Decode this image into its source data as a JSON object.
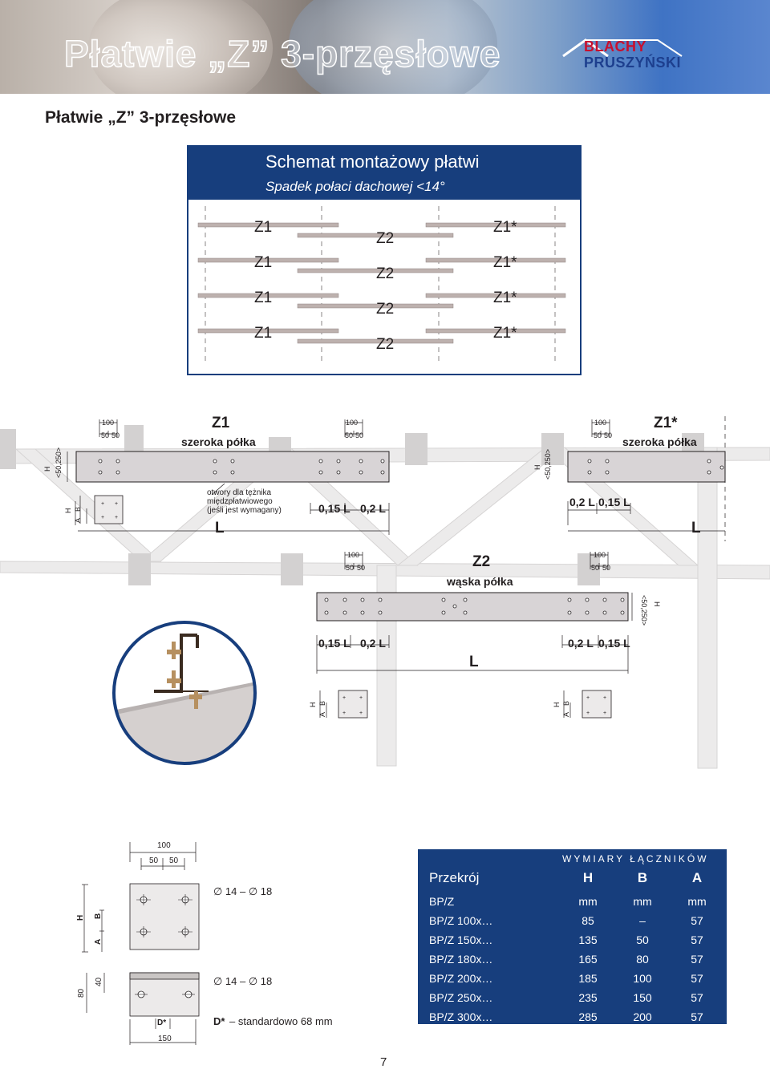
{
  "banner": {
    "title": "Płatwie „Z” 3-przęsłowe"
  },
  "logo": {
    "line1": "BLACHY",
    "line2": "PRUSZYŃSKI"
  },
  "page_heading": "Płatwie „Z” 3-przęsłowe",
  "schema": {
    "title": "Schemat montażowy płatwi",
    "subtitle": "Spadek połaci dachowej <14°",
    "rows": [
      {
        "left": "Z1",
        "middle": "Z2",
        "right": "Z1*"
      },
      {
        "left": "Z1",
        "middle": "Z2",
        "right": "Z1*"
      },
      {
        "left": "Z1",
        "middle": "Z2",
        "right": "Z1*"
      },
      {
        "left": "Z1",
        "middle": "Z2",
        "right": "Z1*"
      }
    ]
  },
  "z1": {
    "name": "Z1",
    "flange": "szeroka półka",
    "dim100": "100",
    "dim50a": "50",
    "dim50b": "50",
    "h": "H",
    "range": "<50,250>",
    "note": [
      "otwory dla tężnika",
      "międzpłatwiowego",
      "(jeśli jest wymagany)"
    ],
    "a": "A",
    "b": "B",
    "span": "L",
    "d1": "0,15 L",
    "d2": "0,2 L"
  },
  "z1s": {
    "name": "Z1*",
    "flange": "szeroka półka",
    "dim100": "100",
    "dim50a": "50",
    "dim50b": "50",
    "h": "H",
    "range": "<50,250>",
    "span": "L",
    "d1": "0,2 L",
    "d2": "0,15 L"
  },
  "z2": {
    "name": "Z2",
    "flange": "wąska półka",
    "dim100a": "100",
    "dim100b": "100",
    "dim50": "50",
    "h": "H",
    "range": "<50,250>",
    "span": "L",
    "d1": "0,15 L",
    "d2": "0,2 L",
    "d3": "0,2 L",
    "d4": "0,15 L",
    "a": "A",
    "b": "B"
  },
  "connector": {
    "dim100": "100",
    "dim50a": "50",
    "dim50b": "50",
    "h": "H",
    "a": "A",
    "b": "B",
    "hole1": "∅ 14 – ∅ 18",
    "hole2": "∅ 14 – ∅ 18",
    "d80": "80",
    "d40": "40",
    "d150": "150",
    "dstar": "D*",
    "dnote_symbol": "D*",
    "dnote": "– standardowo 68 mm"
  },
  "table": {
    "caption": "WYMIARY ŁĄCZNIKÓW",
    "col0": "Przekrój",
    "cols": [
      "H",
      "B",
      "A"
    ],
    "rows": [
      {
        "name": "BP/Z",
        "h": "mm",
        "b": "mm",
        "a": "mm"
      },
      {
        "name": "BP/Z 100x…",
        "h": "85",
        "b": "–",
        "a": "57"
      },
      {
        "name": "BP/Z 150x…",
        "h": "135",
        "b": "50",
        "a": "57"
      },
      {
        "name": "BP/Z 180x…",
        "h": "165",
        "b": "80",
        "a": "57"
      },
      {
        "name": "BP/Z 200x…",
        "h": "185",
        "b": "100",
        "a": "57"
      },
      {
        "name": "BP/Z 250x…",
        "h": "235",
        "b": "150",
        "a": "57"
      },
      {
        "name": "BP/Z 300x…",
        "h": "285",
        "b": "200",
        "a": "57"
      }
    ]
  },
  "colors": {
    "navy": "#173e7d",
    "purlin": "#bdb1ae",
    "text": "#231f20"
  },
  "page_number": "7"
}
